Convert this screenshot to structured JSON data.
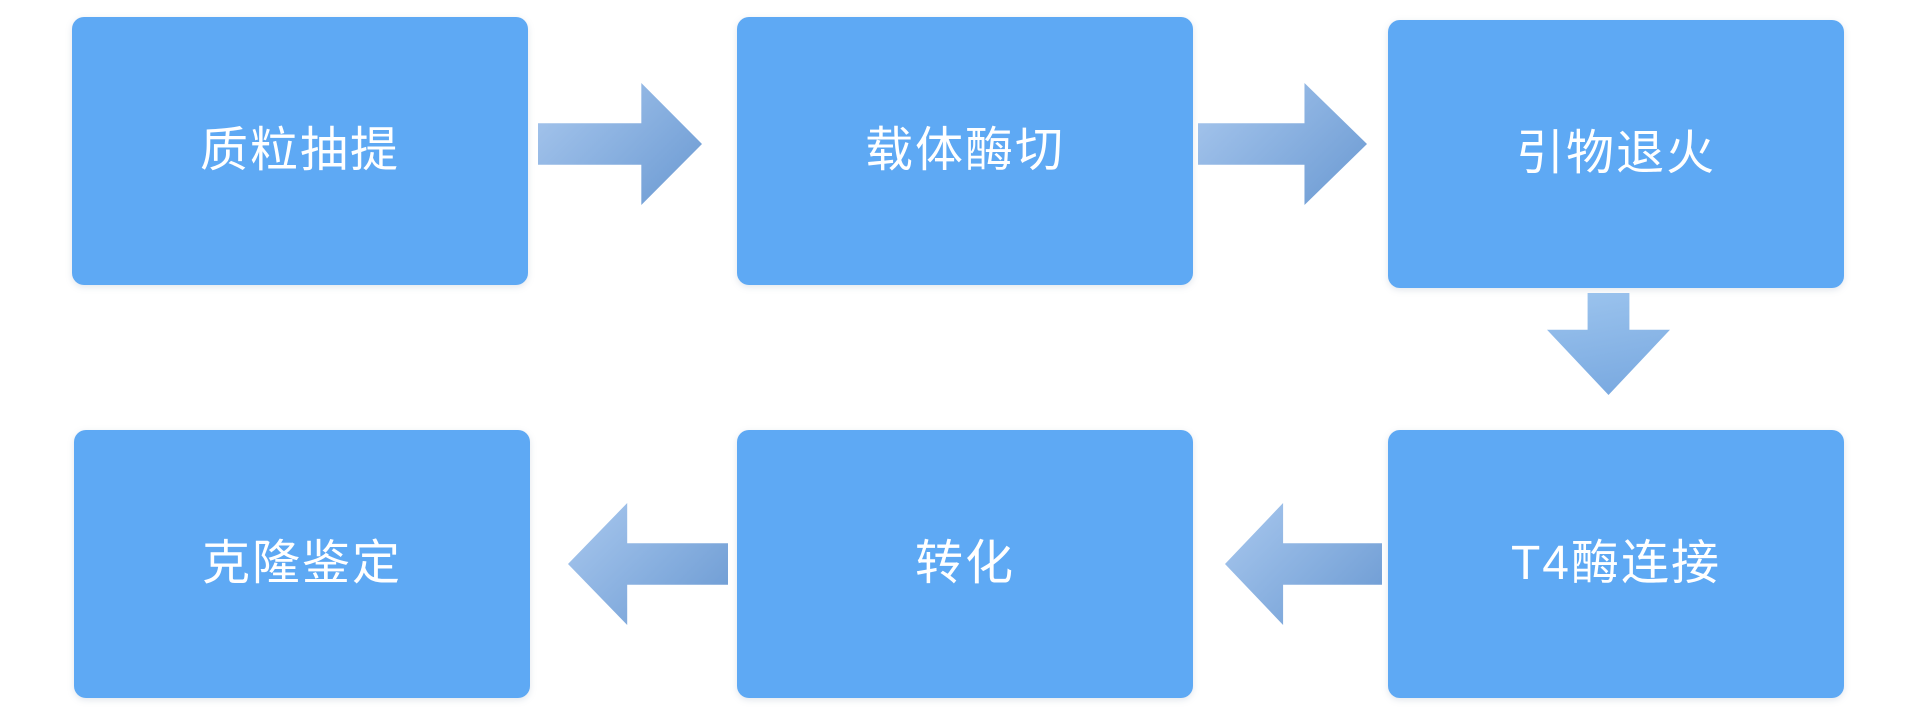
{
  "diagram_type": "flowchart",
  "colors": {
    "background": "#ffffff",
    "node_fill": "#5ea9f4",
    "node_text": "#ffffff",
    "arrow_gradient_light": "#a9c8ee",
    "arrow_gradient_dark": "#6a99d2"
  },
  "nodes": [
    {
      "label": "质粒抽提",
      "row": 1,
      "col": 1
    },
    {
      "label": "载体酶切",
      "row": 1,
      "col": 2
    },
    {
      "label": "引物退火",
      "row": 1,
      "col": 3
    },
    {
      "label": "T4酶连接",
      "row": 2,
      "col": 3
    },
    {
      "label": "转化",
      "row": 2,
      "col": 2
    },
    {
      "label": "克隆鉴定",
      "row": 2,
      "col": 1
    }
  ],
  "connections": [
    {
      "from": "质粒抽提",
      "to": "载体酶切",
      "direction": "right"
    },
    {
      "from": "载体酶切",
      "to": "引物退火",
      "direction": "right"
    },
    {
      "from": "引物退火",
      "to": "T4酶连接",
      "direction": "down"
    },
    {
      "from": "T4酶连接",
      "to": "转化",
      "direction": "left"
    },
    {
      "from": "转化",
      "to": "克隆鉴定",
      "direction": "left"
    }
  ],
  "flow_order": [
    "质粒抽提",
    "载体酶切",
    "引物退火",
    "T4酶连接",
    "转化",
    "克隆鉴定"
  ]
}
